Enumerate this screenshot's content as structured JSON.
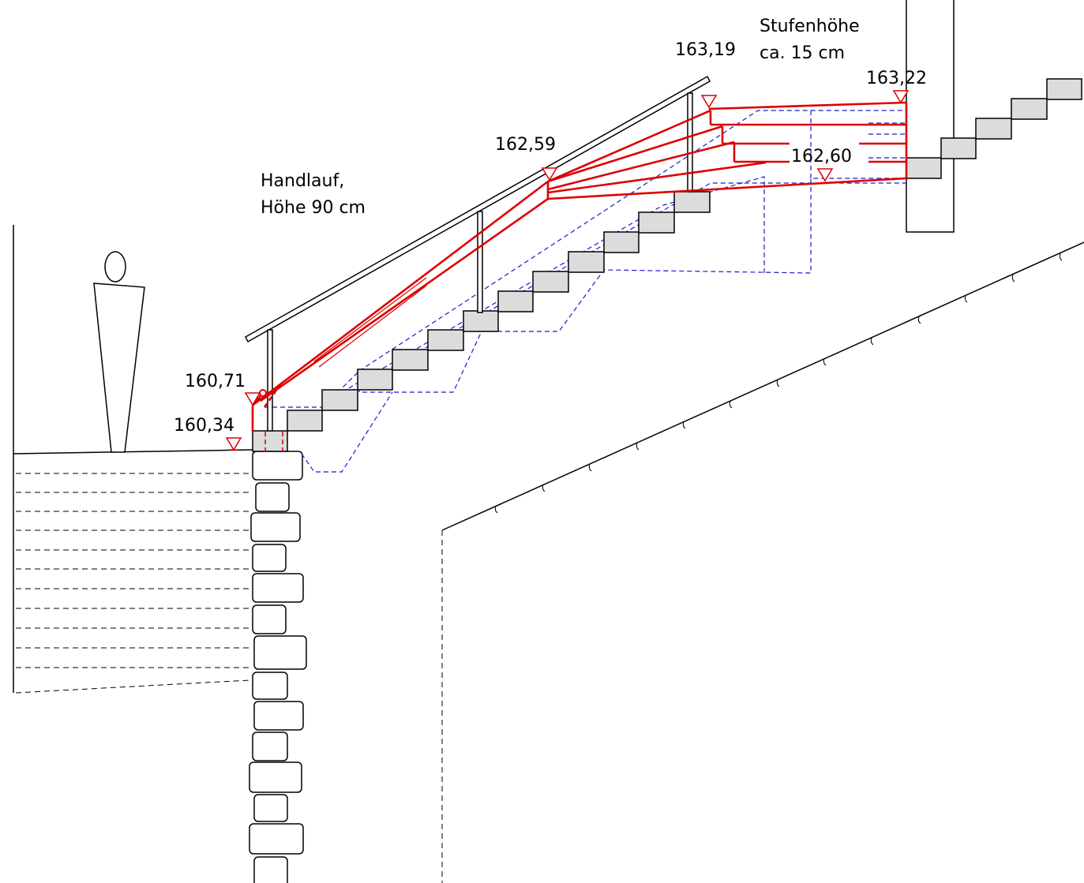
{
  "labels": {
    "handrail_line1": "Handlauf,",
    "handrail_line2": "Höhe 90 cm",
    "step_height_line1": "Stufenhöhe",
    "step_height_line2": "ca. 15 cm"
  },
  "elevations": {
    "e_160_71": "160,71",
    "e_160_34": "160,34",
    "e_162_59": "162,59",
    "e_163_19": "163,19",
    "e_163_22": "163,22",
    "e_162_60": "162,60"
  },
  "colors": {
    "line": "#000000",
    "proposal": "#dd0000",
    "existing": "#1a1acc",
    "step_fill": "#dcdcdc"
  }
}
